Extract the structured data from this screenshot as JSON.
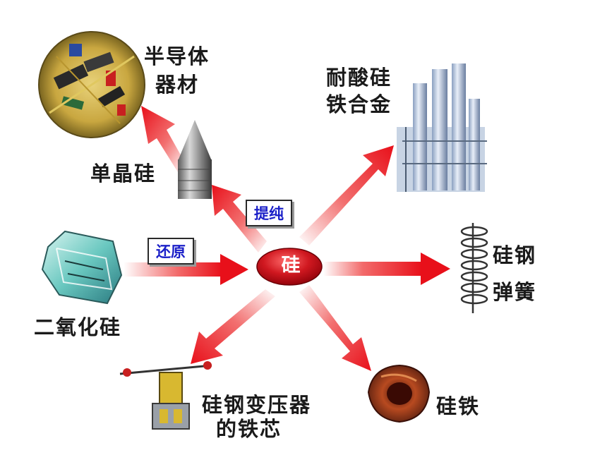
{
  "center": {
    "label": "硅"
  },
  "process_tags": {
    "reduce": "还原",
    "purify": "提纯"
  },
  "nodes": {
    "semiconductor": {
      "line1": "半导体",
      "line2": "器材"
    },
    "monocrystal": {
      "label": "单晶硅"
    },
    "acid_alloy": {
      "line1": "耐酸硅",
      "line2": "铁合金"
    },
    "spring": {
      "line1": "硅钢",
      "line2": "弹簧"
    },
    "silica": {
      "label": "二氧化硅"
    },
    "transformer": {
      "line1": "硅钢变压器",
      "line2": "的铁芯"
    },
    "ferrosilicon": {
      "label": "硅铁"
    }
  },
  "colors": {
    "arrow": "#e8101a",
    "center": "#c81018",
    "tag_text": "#1a1fc8"
  }
}
